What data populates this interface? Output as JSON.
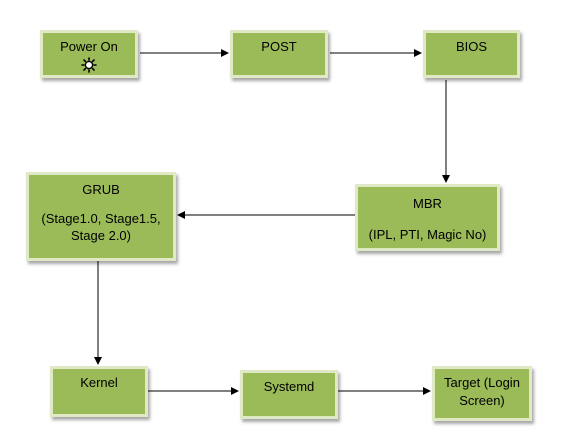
{
  "nodes": {
    "power_on": {
      "label": "Power On",
      "icon": "power-icon"
    },
    "post": {
      "label": "POST"
    },
    "bios": {
      "label": "BIOS"
    },
    "mbr": {
      "label": "MBR",
      "sub": "(IPL, PTI, Magic No)"
    },
    "grub": {
      "label": "GRUB",
      "sub": "(Stage1.0, Stage1.5, Stage 2.0)"
    },
    "kernel": {
      "label": "Kernel"
    },
    "systemd": {
      "label": "Systemd"
    },
    "target": {
      "label": "Target (Login Screen)"
    }
  },
  "colors": {
    "box_fill": "#9bbb59",
    "box_border": "#dfe9c6",
    "arrow": "#000000"
  },
  "edges": [
    {
      "from": "power_on",
      "to": "post"
    },
    {
      "from": "post",
      "to": "bios"
    },
    {
      "from": "bios",
      "to": "mbr"
    },
    {
      "from": "mbr",
      "to": "grub"
    },
    {
      "from": "grub",
      "to": "kernel"
    },
    {
      "from": "kernel",
      "to": "systemd"
    },
    {
      "from": "systemd",
      "to": "target"
    }
  ]
}
